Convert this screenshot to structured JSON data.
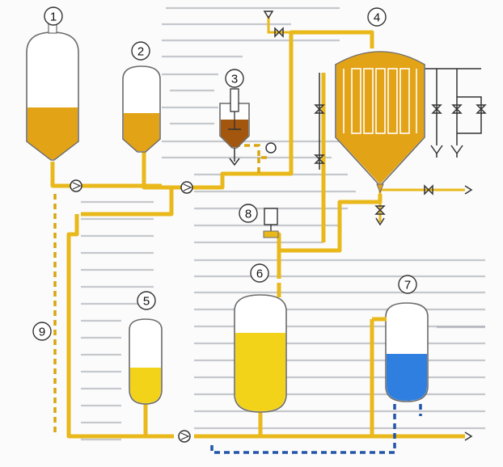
{
  "equipment": [
    {
      "id": "1",
      "label": "1"
    },
    {
      "id": "2",
      "label": "2"
    },
    {
      "id": "3",
      "label": "3"
    },
    {
      "id": "4",
      "label": "4"
    },
    {
      "id": "5",
      "label": "5"
    },
    {
      "id": "6",
      "label": "6"
    },
    {
      "id": "7",
      "label": "7"
    },
    {
      "id": "8",
      "label": "8"
    },
    {
      "id": "9",
      "label": "9"
    }
  ],
  "colors": {
    "product_orange": "#e3a316",
    "product_yellow": "#f3d21a",
    "product_blue": "#2f7fe0",
    "pipe": "#e9b81b",
    "vessel_outline": "#6b6b6b"
  }
}
